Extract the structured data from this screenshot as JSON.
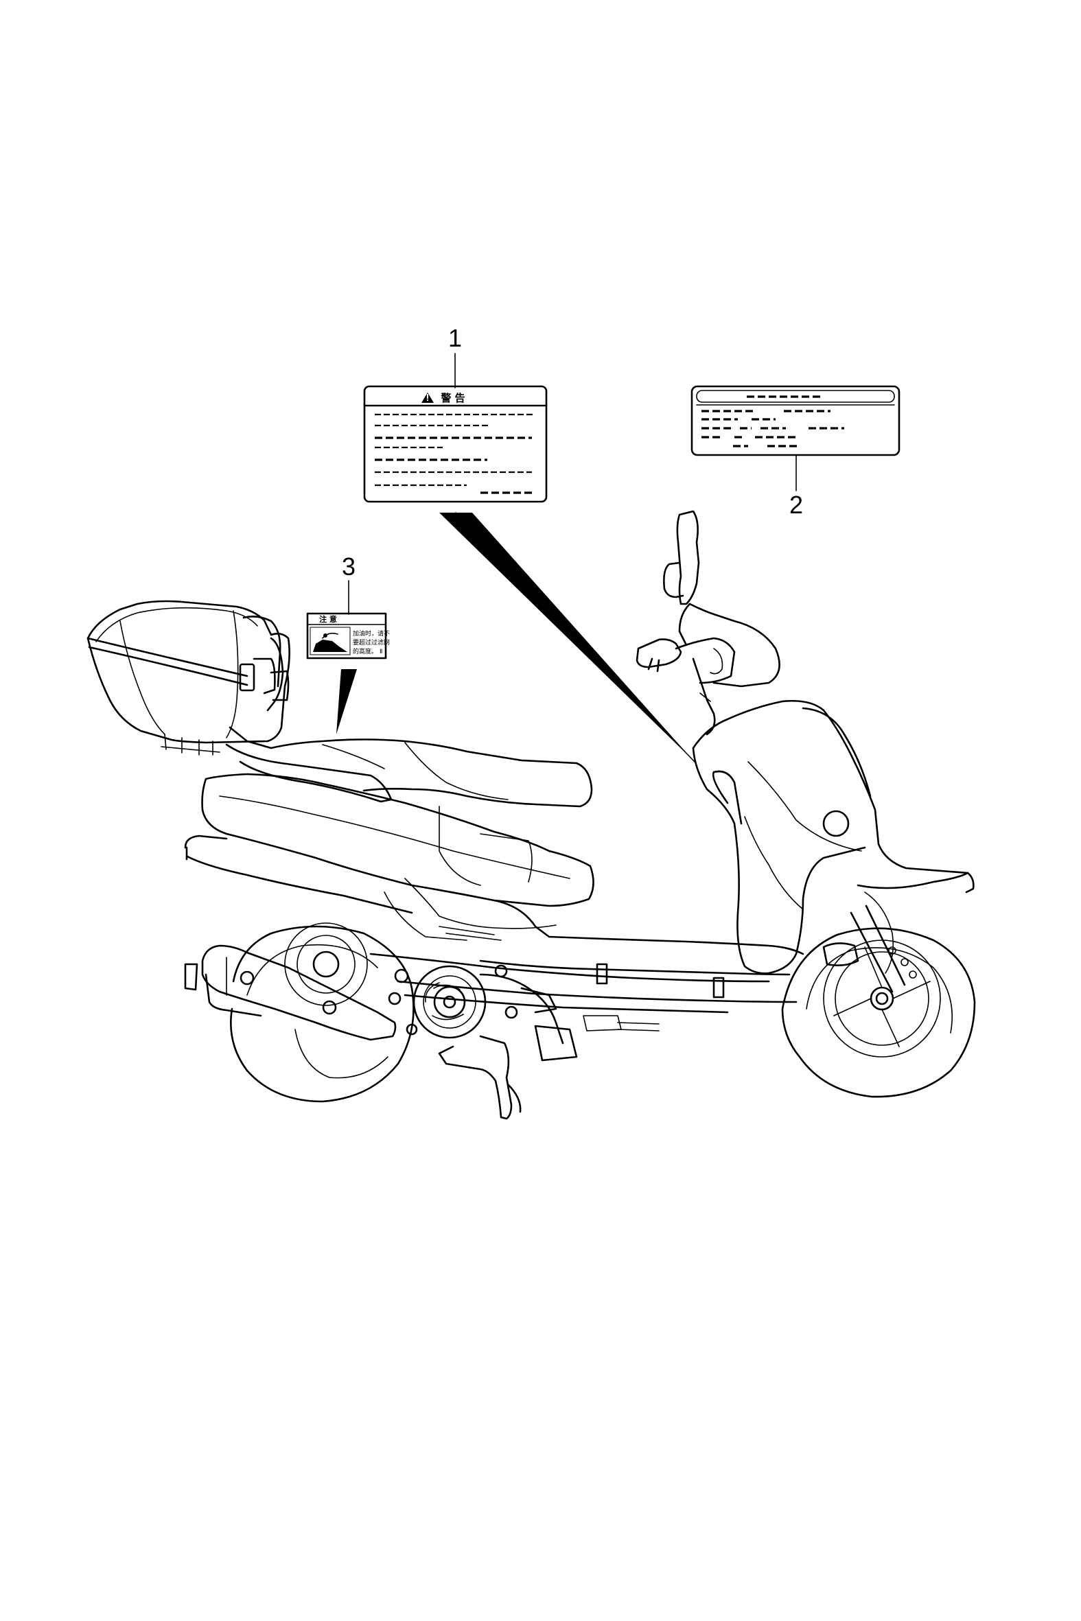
{
  "callouts": {
    "c1": "1",
    "c2": "2",
    "c3": "3"
  },
  "labels": {
    "warning_title": "警 告",
    "caution_title": "注 意",
    "caution_text_1": "加油时，请不",
    "caution_text_2": "要超过过滤网",
    "caution_text_3": "的高度。",
    "caution_text_4": "Ⅱ"
  },
  "colors": {
    "line": "#000000",
    "background": "#ffffff"
  }
}
